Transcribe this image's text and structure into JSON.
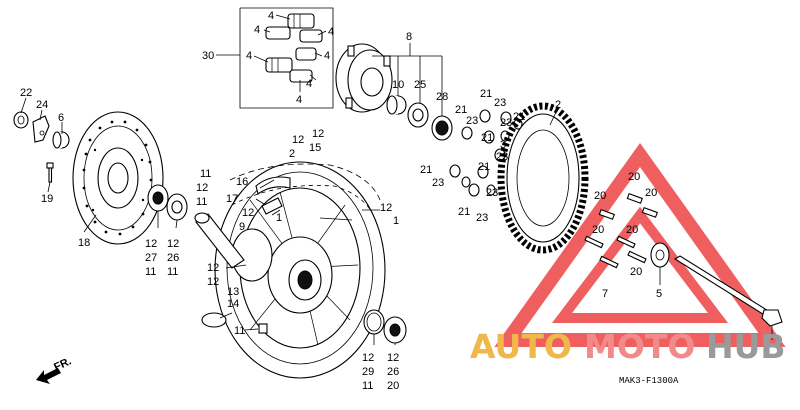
{
  "diagram_code": "MAK3-F1300A",
  "front_indicator": "FR.",
  "watermark": {
    "prefix": "AUTO",
    "middle": "MOTO",
    "suffix": "HUB",
    "colors": {
      "auto": "#f0b84a",
      "moto": "#f28a8a",
      "hub": "#9a9a9a",
      "triangle": "#ee4444"
    }
  },
  "labels": [
    {
      "id": "l22",
      "text": "22"
    },
    {
      "id": "l24",
      "text": "24"
    },
    {
      "id": "l6",
      "text": "6"
    },
    {
      "id": "l19",
      "text": "19"
    },
    {
      "id": "l18",
      "text": "18"
    },
    {
      "id": "l30",
      "text": "30"
    },
    {
      "id": "l4a",
      "text": "4"
    },
    {
      "id": "l4b",
      "text": "4"
    },
    {
      "id": "l4c",
      "text": "4"
    },
    {
      "id": "l4d",
      "text": "4"
    },
    {
      "id": "l4e",
      "text": "4"
    },
    {
      "id": "l4f",
      "text": "4"
    },
    {
      "id": "l4g",
      "text": "4"
    },
    {
      "id": "l8",
      "text": "8"
    },
    {
      "id": "l10",
      "text": "10"
    },
    {
      "id": "l25",
      "text": "25"
    },
    {
      "id": "l28",
      "text": "28"
    },
    {
      "id": "l21a",
      "text": "21"
    },
    {
      "id": "l23a",
      "text": "23"
    },
    {
      "id": "l21b",
      "text": "21"
    },
    {
      "id": "l23b",
      "text": "23"
    },
    {
      "id": "l21c",
      "text": "21"
    },
    {
      "id": "l23c",
      "text": "23"
    },
    {
      "id": "l21d",
      "text": "21"
    },
    {
      "id": "l23d",
      "text": "23"
    },
    {
      "id": "l21e",
      "text": "21"
    },
    {
      "id": "l23e",
      "text": "23"
    },
    {
      "id": "l21f",
      "text": "21"
    },
    {
      "id": "l23f",
      "text": "23"
    },
    {
      "id": "l21g",
      "text": "21"
    },
    {
      "id": "l23g",
      "text": "23"
    },
    {
      "id": "l3",
      "text": "3"
    },
    {
      "id": "l2a",
      "text": "2"
    },
    {
      "id": "l12a",
      "text": "12"
    },
    {
      "id": "l2b",
      "text": "2"
    },
    {
      "id": "l12b",
      "text": "12"
    },
    {
      "id": "l15",
      "text": "15"
    },
    {
      "id": "l16",
      "text": "16"
    },
    {
      "id": "l17",
      "text": "17"
    },
    {
      "id": "l1a",
      "text": "1"
    },
    {
      "id": "l12c",
      "text": "12"
    },
    {
      "id": "l1b",
      "text": "1"
    },
    {
      "id": "l12d",
      "text": "12"
    },
    {
      "id": "l9",
      "text": "9"
    },
    {
      "id": "l11a",
      "text": "11"
    },
    {
      "id": "l12e",
      "text": "12"
    },
    {
      "id": "l11b",
      "text": "11"
    },
    {
      "id": "l12f",
      "text": "12"
    },
    {
      "id": "l27",
      "text": "27"
    },
    {
      "id": "l11c",
      "text": "11"
    },
    {
      "id": "l12g",
      "text": "12"
    },
    {
      "id": "l26a",
      "text": "26"
    },
    {
      "id": "l11d",
      "text": "11"
    },
    {
      "id": "l12h",
      "text": "12"
    },
    {
      "id": "l12i",
      "text": "12"
    },
    {
      "id": "l13",
      "text": "13"
    },
    {
      "id": "l14",
      "text": "14"
    },
    {
      "id": "l11e",
      "text": "11"
    },
    {
      "id": "l12j",
      "text": "12"
    },
    {
      "id": "l29",
      "text": "29"
    },
    {
      "id": "l11f",
      "text": "11"
    },
    {
      "id": "l12k",
      "text": "12"
    },
    {
      "id": "l26b",
      "text": "26"
    },
    {
      "id": "l20a",
      "text": "20"
    },
    {
      "id": "l20b",
      "text": "20"
    },
    {
      "id": "l20c",
      "text": "20"
    },
    {
      "id": "l20d",
      "text": "20"
    },
    {
      "id": "l20e",
      "text": "20"
    },
    {
      "id": "l20f",
      "text": "20"
    },
    {
      "id": "l20g",
      "text": "20"
    },
    {
      "id": "l7",
      "text": "7"
    },
    {
      "id": "l5",
      "text": "5"
    }
  ]
}
